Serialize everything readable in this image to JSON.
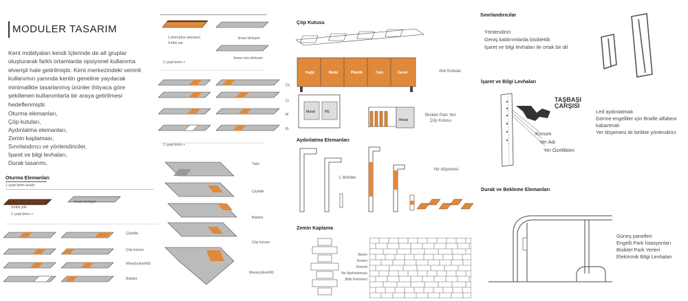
{
  "title": "MODULER TASARIM",
  "intro": "Kent mobilyaları kendi İçlerinde de alt gruplar oluşturarak farklı ortamlarda opsiyonel kullanıma elverişli hale getirilmiştir. Kent merkezindeki verimli kullanımın yanında kentin geneline yayılacak minimalikte tasarlanmış ürünler ihtiyaca göre şekillenen kullanımlarla bir araya getirilmesi hedeflenmiştir.",
  "elements_list": [
    "Oturma elemanları,",
    "Çöp kutuları,",
    "Aydınlatma elemanları,",
    "Zemin kaplaması,",
    "Sınırlandırıcı ve yönlendiriciler,",
    "İşaret ve bilgi levhaları,",
    "Durak tasarımı,"
  ],
  "seating": {
    "title": "Oturma Elemanları",
    "one_kind": "1 çeşit birim analiz",
    "unit_element": "1. birim(düz elemanı)",
    "no_back": "Sırtlık yok",
    "linear": "lineer birleşim",
    "one_plus": "1 çeşit birim +",
    "rows": [
      "Çiçeklik",
      "Çöp kutusu",
      "Masa(yükseltili)",
      "Bisiklet"
    ]
  },
  "middle": {
    "unit_element": "1.birim(düz elemanı)",
    "back": "Sırtlık var",
    "linear": "lineer birleşim",
    "linear_back": "lineer ters birleşim",
    "two_plus_a": "2 çeşit birim +",
    "two_plus_b": "2 çeşit birim +",
    "cut_labels": [
      "Çç",
      "Çi",
      "M",
      "Bi"
    ],
    "rows": [
      "Yalın",
      "Çiçeklik",
      "Bisiklet",
      "Çöp kutusu",
      "Masa(yükseltili)"
    ]
  },
  "trash": {
    "title": "Çöp Kutusu",
    "bins": [
      "Kağıt",
      "Metal",
      "Plastik",
      "Cam",
      "Genel"
    ],
    "bins_label": "Atık Kutuları",
    "unit_labels": [
      "Metal",
      "PE"
    ],
    "side_label": "Metal",
    "bike_label": "Bisiklet Park Yeri\nÇöp Kutusu"
  },
  "lighting": {
    "title": "Aydınlatma Elemanları",
    "l_units": "L birimler",
    "floor": "Yer döşemesi"
  },
  "paving": {
    "title": "Zemin Kaplama",
    "items": [
      "Beton",
      "Korten",
      "Kiremit",
      "Yer Aydınlatması",
      "Bitki Parterleri"
    ]
  },
  "limiters": {
    "title": "Sınırlandırıcılar",
    "items": [
      "Yönlendirici",
      "Geniş kaldırımlarda bisikletlik",
      "İşaret ve bilgi levhaları ile ortak bir dil"
    ]
  },
  "signs": {
    "title": "İşaret ve Bilgi Levhaları",
    "sign_name": "TAŞBAŞI\nÇARŞISI",
    "callouts": [
      "Konum",
      "Yer Adı",
      "Yer Özellikleri"
    ],
    "features": [
      "Led aydınlatmalı",
      "Görme engelliler için Braille alfabesi",
      "kabartmalı",
      "Yer döşemesi ile birlikte yönlendirici"
    ]
  },
  "stop": {
    "title": "Durak ve Bekleme Elemanları",
    "features": [
      "Güneş panelleri",
      "Engelli Park İstasyonları",
      "Bisiklet Park Yerleri",
      "Elektronik Bilgi Levhaları"
    ]
  },
  "colors": {
    "accent": "#e0893b",
    "dark_accent": "#6b3310",
    "line": "#666666",
    "text": "#333333"
  }
}
